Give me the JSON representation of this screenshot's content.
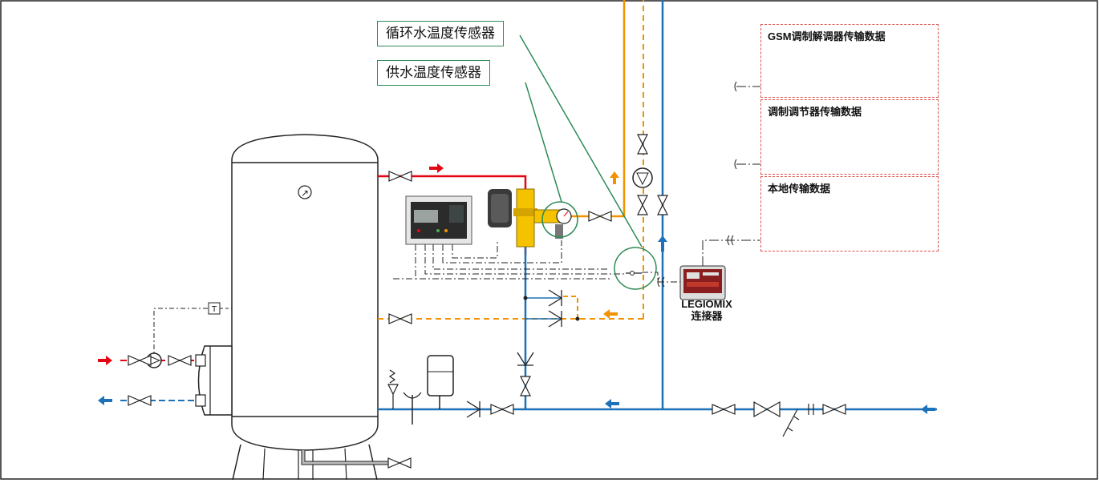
{
  "callouts": {
    "return_sensor": "循环水温度传感器",
    "supply_sensor": "供水温度传感器"
  },
  "panels": {
    "gsm": "GSM调制解调器传输数据",
    "modem": "调制调节器传输数据",
    "local": "本地传输数据"
  },
  "device": {
    "name": "LEGIOMIX",
    "subtitle": "连接器"
  },
  "gauge_symbol": "↗",
  "thermostat_symbol": "T",
  "colors": {
    "hot_supply": "#e30613",
    "hot_return": "#f39200",
    "cold": "#1d71b8",
    "sensor": "#2e8b57",
    "panel_border": "#d9534f"
  }
}
